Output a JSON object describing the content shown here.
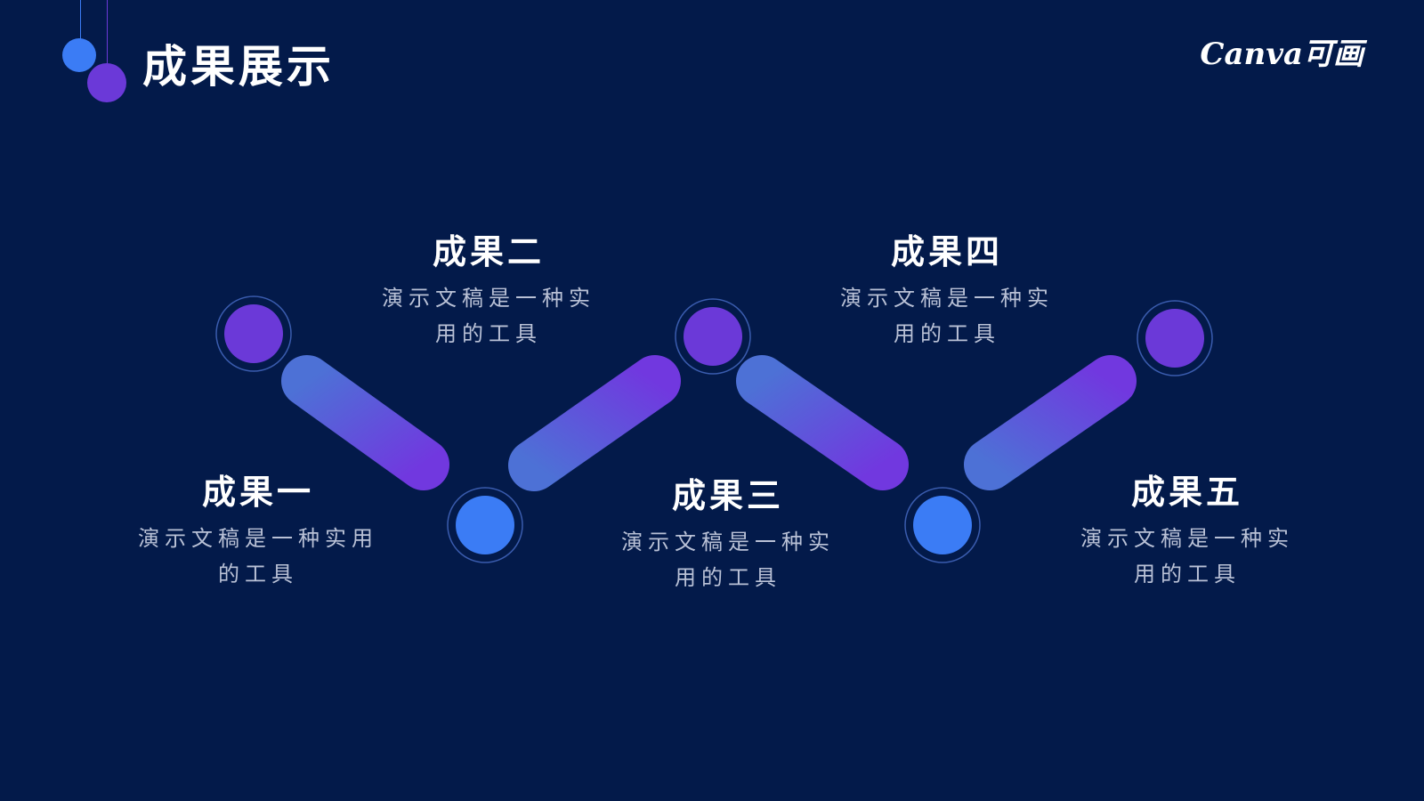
{
  "slide": {
    "title": "成果展示",
    "logo": "Canva可画"
  },
  "items": [
    {
      "title": "成果一",
      "line1": "演示文稿是一种实用",
      "line2": "的工具"
    },
    {
      "title": "成果二",
      "line1": "演示文稿是一种实",
      "line2": "用的工具"
    },
    {
      "title": "成果三",
      "line1": "演示文稿是一种实",
      "line2": "用的工具"
    },
    {
      "title": "成果四",
      "line1": "演示文稿是一种实",
      "line2": "用的工具"
    },
    {
      "title": "成果五",
      "line1": "演示文稿是一种实",
      "line2": "用的工具"
    }
  ],
  "colors": {
    "background": "#031a4a",
    "blue_node": "#3b7cf5",
    "purple_node": "#6b39d8",
    "gradient_start": "#4d71d6",
    "gradient_end": "#7138df"
  }
}
